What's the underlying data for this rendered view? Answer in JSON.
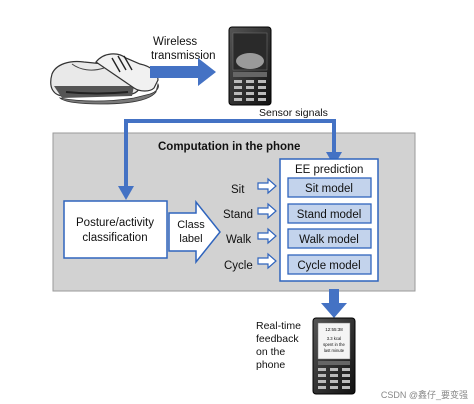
{
  "top": {
    "wireless_line1": "Wireless",
    "wireless_line2": "transmission",
    "sensor_signals": "Sensor signals"
  },
  "computation": {
    "title": "Computation in the phone",
    "posture_line1": "Posture/activity",
    "posture_line2": "classification",
    "class_label_line1": "Class",
    "class_label_line2": "label",
    "ee_title": "EE prediction"
  },
  "activities": [
    {
      "label": "Sit",
      "model": "Sit model"
    },
    {
      "label": "Stand",
      "model": "Stand model"
    },
    {
      "label": "Walk",
      "model": "Walk model"
    },
    {
      "label": "Cycle",
      "model": "Cycle model"
    }
  ],
  "feedback": {
    "line1": "Real-time",
    "line2": "feedback",
    "line3": "on the",
    "line4": "phone"
  },
  "phone_screen": {
    "time": "12:55:38",
    "text1": "3.3 kcal",
    "text2": "spent in the",
    "text3": "last minute"
  },
  "watermark": "CSDN @鑫仔_要变强",
  "colors": {
    "arrow_blue": "#4472c4",
    "box_blue": "#2f64bd",
    "model_fill": "#c3d3ec",
    "panel_gray": "#d2d2d2"
  }
}
